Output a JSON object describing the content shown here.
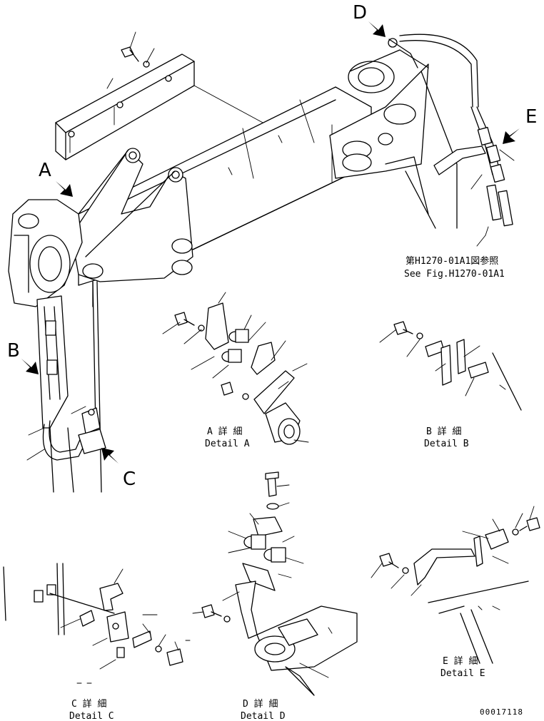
{
  "view_labels": [
    "A",
    "B",
    "C",
    "D",
    "E"
  ],
  "reference_note": {
    "jp": "第H1270-01A1図参照",
    "en": "See Fig.H1270-01A1"
  },
  "details": {
    "A": {
      "jp": "A 詳 細",
      "en": "Detail A"
    },
    "B": {
      "jp": "B 詳 細",
      "en": "Detail B"
    },
    "C": {
      "jp": "C 詳 細",
      "en": "Detail C"
    },
    "D": {
      "jp": "D 詳 細",
      "en": "Detail D"
    },
    "E": {
      "jp": "E 詳 細",
      "en": "Detail E"
    }
  },
  "drawing_number": "00017118"
}
